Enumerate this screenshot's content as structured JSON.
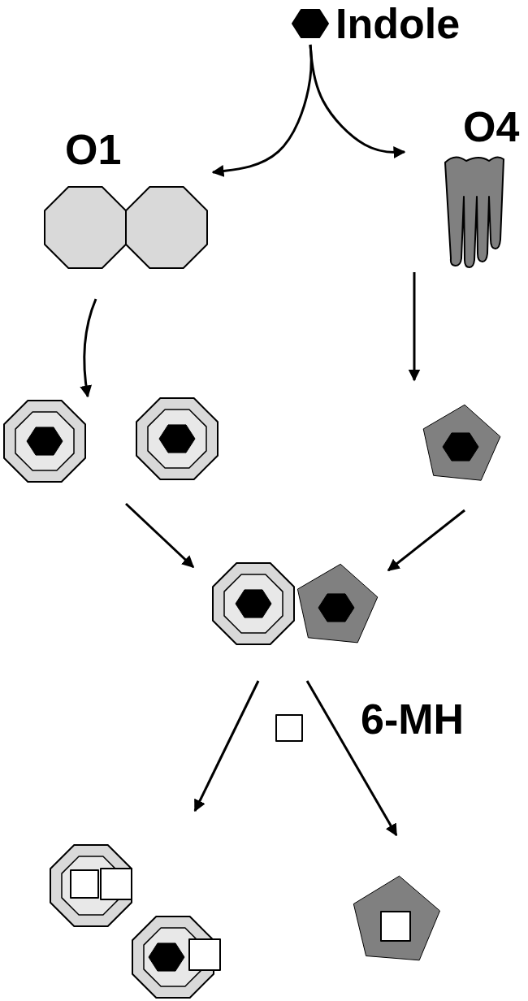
{
  "diagram": {
    "nodes": [
      {
        "text": [
          "Indole"
        ]
      },
      {
        "text": [
          "O1"
        ]
      },
      {
        "text": [
          "O4"
        ]
      },
      {
        "text": [
          "6-MH"
        ]
      }
    ],
    "edges": [
      {
        "from": 0,
        "to": 1,
        "arrow": "to"
      },
      {
        "from": 0,
        "to": 2,
        "arrow": "to"
      }
    ]
  }
}
